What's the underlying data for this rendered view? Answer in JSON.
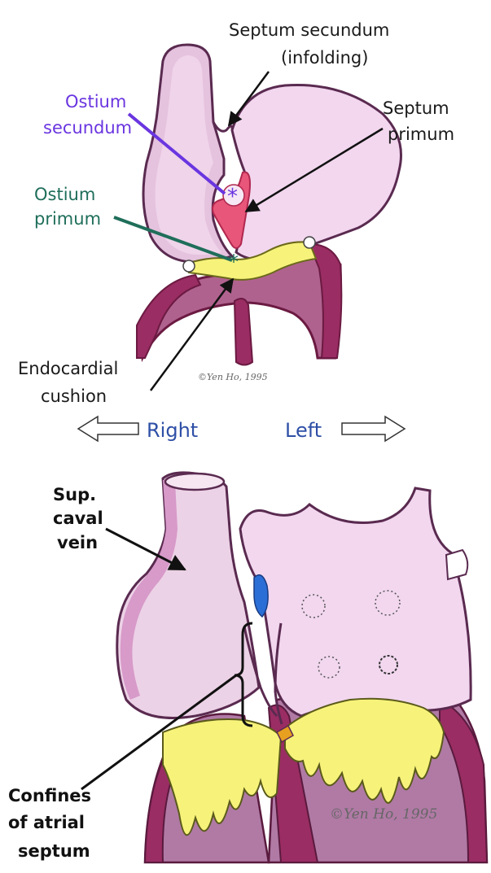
{
  "top_diagram": {
    "septum_secundum_label": "Septum secundum",
    "septum_secundum_sub": "(infolding)",
    "ostium_secundum_line1": "Ostium",
    "ostium_secundum_line2": "secundum",
    "septum_primum_line1": "Septum",
    "septum_primum_line2": "primum",
    "ostium_primum_line1": "Ostium",
    "ostium_primum_line2": "primum",
    "endocardial_line1": "Endocardial",
    "endocardial_line2": "cushion",
    "credit": "©Yen Ho, 1995",
    "direction_right": "Right",
    "direction_left": "Left"
  },
  "bottom_diagram": {
    "svc_line1": "Sup.",
    "svc_line2": "caval",
    "svc_line3": "vein",
    "confines_line1": "Confines",
    "confines_line2": "of atrial",
    "confines_line3": "septum",
    "credit": "©Yen Ho, 1995"
  },
  "colors": {
    "atrium_fill": "#f2d7ef",
    "wall_fill": "#d79ac9",
    "ventricle": "#9a2d63",
    "ventricle_dark": "#7d1f4e",
    "cushion": "#f7f27a",
    "primum_fill": "#e8567a",
    "ostium_secundum_color": "#6a35e0",
    "ostium_primum_color": "#1f6e5a",
    "blue_patch": "#2b6fd6"
  }
}
